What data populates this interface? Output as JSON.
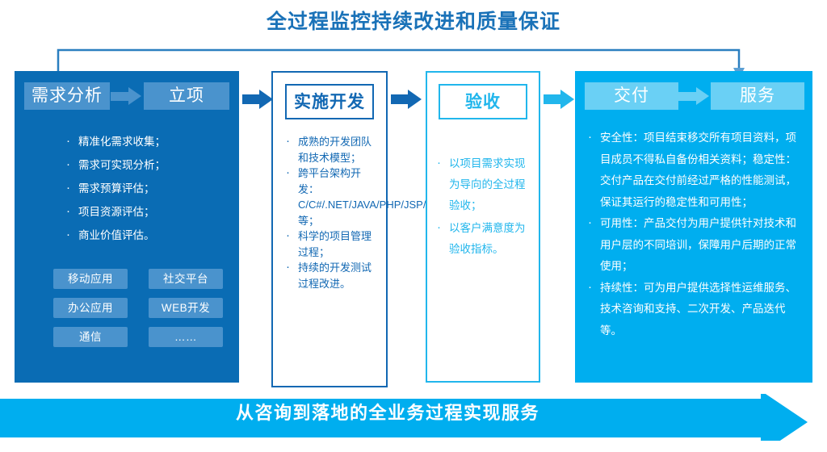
{
  "title": "全过程监控持续改进和质量保证",
  "colors": {
    "panel_req_bg": "#0a6cb4",
    "panel_del_bg": "#00aeef",
    "dark_blue": "#1268b3",
    "cyan": "#21b6ec",
    "chip_blue": "#4a93cd",
    "chip_cyan": "#6ad0f5",
    "banner": "#00aeef"
  },
  "panels": {
    "requirement": {
      "header_left": "需求分析",
      "header_arrow": "arrow-right-icon",
      "header_right": "立项",
      "bullets": [
        "精准化需求收集；",
        "需求可实现分析；",
        "需求预算评估；",
        "项目资源评估；",
        "商业价值评估。"
      ],
      "tags": [
        "移动应用",
        "社交平台",
        "办公应用",
        "WEB开发",
        "通信",
        "……"
      ]
    },
    "development": {
      "header": "实施开发",
      "bullets": [
        "成熟的开发团队和技术模型；",
        "跨平台架构开发：C/C#/.NET/JAVA/PHP/JSP/IOS/Android等；",
        "科学的项目管理过程；",
        "持续的开发测试过程改进。"
      ]
    },
    "acceptance": {
      "header": "验收",
      "bullets": [
        "以项目需求实现为导向的全过程验收；",
        "以客户满意度为验收指标。"
      ]
    },
    "delivery": {
      "header_left": "交付",
      "header_arrow": "arrow-right-icon",
      "header_right": "服务",
      "bullets": [
        "安全性：项目结束移交所有项目资料，项目成员不得私自备份相关资料；稳定性：交付产品在交付前经过严格的性能测试，保证其运行的稳定性和可用性；",
        "可用性：产品交付为用户提供针对技术和用户层的不同培训，保障用户后期的正常使用；",
        "持续性：可为用户提供选择性运维服务、技术咨询和支持、二次开发、产品迭代等。"
      ]
    }
  },
  "connectors": {
    "req_to_dev": "arrow-right-icon",
    "dev_to_acc": "arrow-right-icon",
    "acc_to_del": "arrow-right-icon",
    "monitoring_bracket": "bracket-arrow-down-icon"
  },
  "bottom_banner": {
    "label": "从咨询到落地的全业务过程实现服务",
    "icon": "arrow-right-icon"
  }
}
